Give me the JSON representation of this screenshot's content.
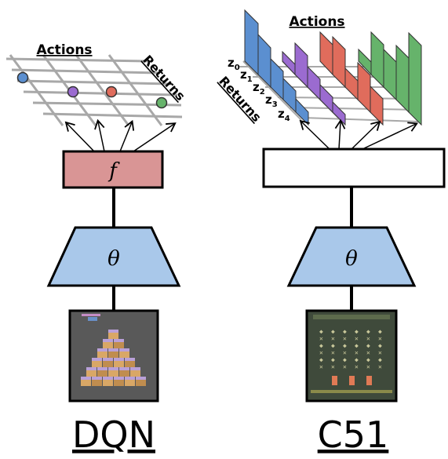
{
  "left_panel": {
    "actions_label": "Actions",
    "returns_label": "Returns",
    "head_label": "f",
    "network_label": "θ",
    "title": "DQN",
    "game": "qbert",
    "dot_colors": [
      "#5b8fd0",
      "#9b6bd0",
      "#e06c5c",
      "#66b36b"
    ],
    "head_color": "#d99595"
  },
  "right_panel": {
    "actions_label": "Actions",
    "returns_label": "Returns",
    "atom_labels": [
      "z",
      "z",
      "z",
      "z",
      "z"
    ],
    "atom_subscripts": [
      "0",
      "1",
      "2",
      "3",
      "4"
    ],
    "network_label": "θ",
    "title": "C51",
    "game": "space-invaders",
    "distribution_colors": [
      "#5b8fd0",
      "#9b6bd0",
      "#e06c5c",
      "#66b36b"
    ]
  },
  "network_color": "#a9c8ea"
}
